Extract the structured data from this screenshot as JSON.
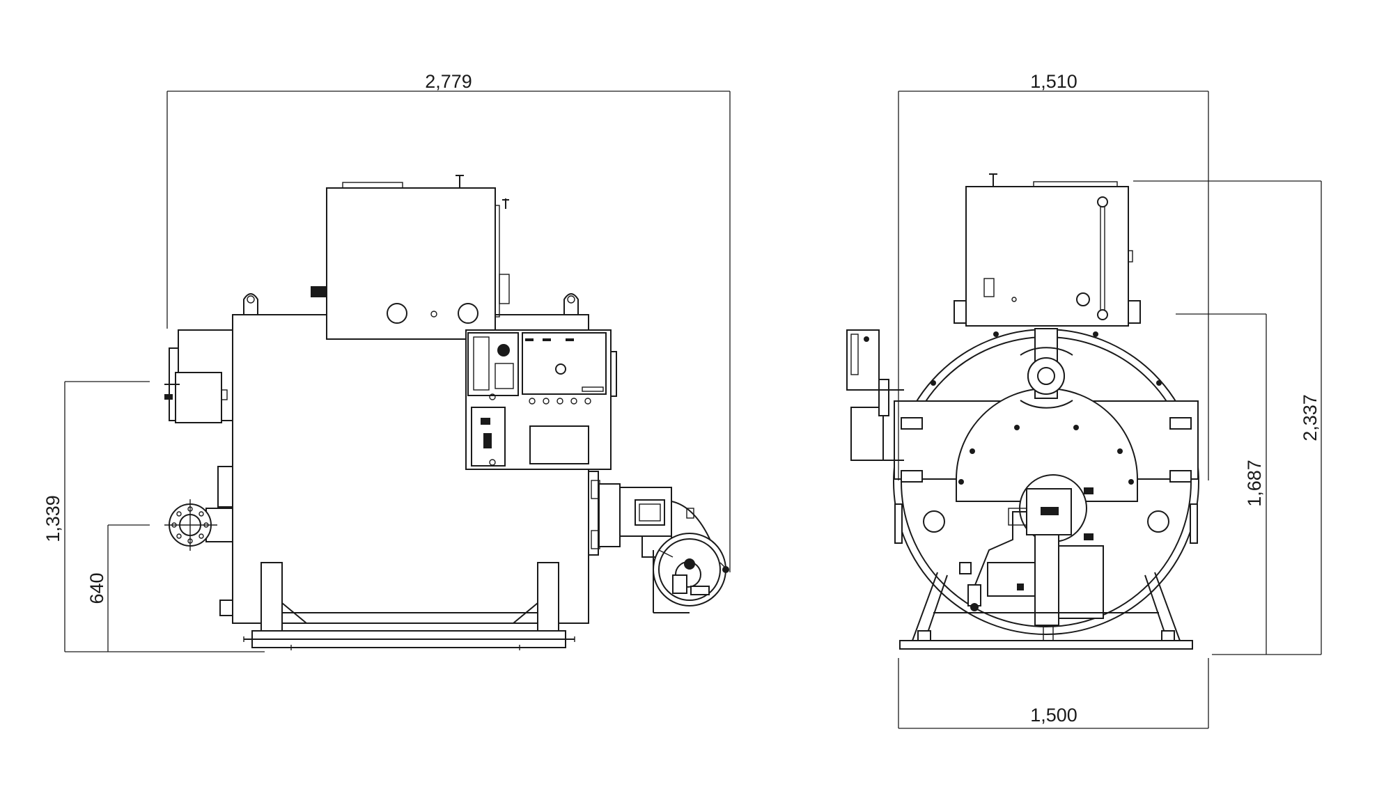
{
  "dimensions": {
    "side_overall_length": "2,779",
    "side_pipe_height": "1,339",
    "side_flange_height": "640",
    "front_top_width": "1,510",
    "front_overall_height": "2,337",
    "front_axis_height": "1,687",
    "front_base_width": "1,500"
  },
  "colors": {
    "line": "#1a1a1a",
    "background": "#ffffff"
  }
}
